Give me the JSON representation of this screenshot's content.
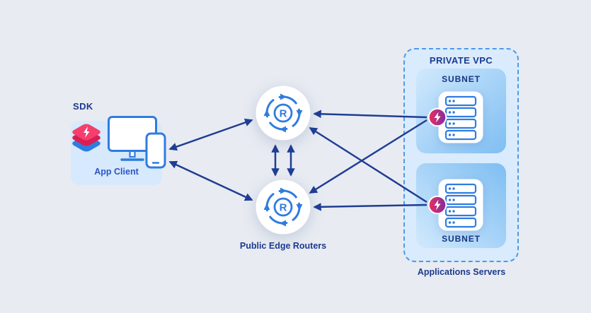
{
  "app_client": {
    "sdk_label": "SDK",
    "label": "App Client"
  },
  "routers": {
    "caption": "Public Edge Routers",
    "icon_letter": "R"
  },
  "vpc": {
    "title": "PRIVATE VPC",
    "subnets": [
      {
        "label": "SUBNET"
      },
      {
        "label": "SUBNET"
      }
    ],
    "caption": "Applications Servers"
  },
  "colors": {
    "background": "#e8ebf1",
    "arrow_navy": "#1e3d94",
    "accent_blue": "#2f7ce0",
    "panel_light_blue": "#d7e9fc",
    "vpc_fill": "#d9ebfc",
    "subnet_gradient_light": "#cde7fc",
    "subnet_gradient_dark": "#83c0f3",
    "sdk_pink": "#f43f6e",
    "sdk_crimson": "#d81f53",
    "badge_pink": "#ee2d5e",
    "badge_purple": "#7c2fa0",
    "text_navy": "#1b3a8f",
    "app_client_text": "#2b55c8"
  }
}
